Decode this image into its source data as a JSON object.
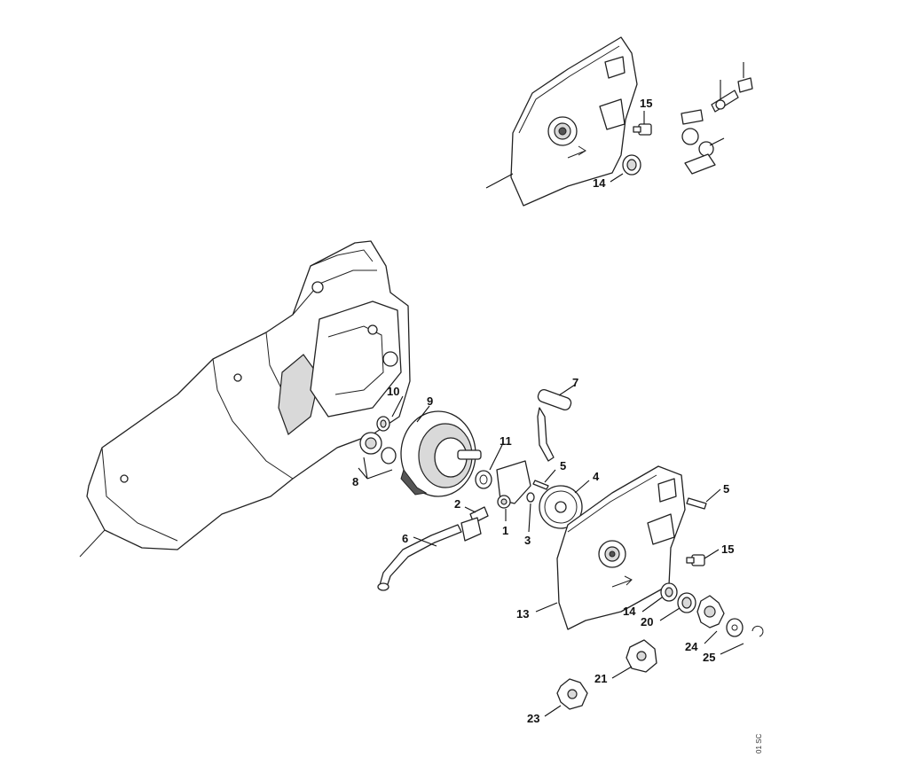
{
  "callouts": [
    {
      "id": "1",
      "label": "1"
    },
    {
      "id": "2",
      "label": "2"
    },
    {
      "id": "3",
      "label": "3"
    },
    {
      "id": "4",
      "label": "4"
    },
    {
      "id": "5a",
      "label": "5"
    },
    {
      "id": "5b",
      "label": "5"
    },
    {
      "id": "6",
      "label": "6"
    },
    {
      "id": "7",
      "label": "7"
    },
    {
      "id": "8",
      "label": "8"
    },
    {
      "id": "9",
      "label": "9"
    },
    {
      "id": "10",
      "label": "10"
    },
    {
      "id": "11",
      "label": "11"
    },
    {
      "id": "13",
      "label": "13"
    },
    {
      "id": "14a",
      "label": "14"
    },
    {
      "id": "14b",
      "label": "14"
    },
    {
      "id": "15a",
      "label": "15"
    },
    {
      "id": "15b",
      "label": "15"
    },
    {
      "id": "20",
      "label": "20"
    },
    {
      "id": "21",
      "label": "21"
    },
    {
      "id": "23",
      "label": "23"
    },
    {
      "id": "24",
      "label": "24"
    },
    {
      "id": "25",
      "label": "25"
    }
  ],
  "drawing_code": "01 SC"
}
